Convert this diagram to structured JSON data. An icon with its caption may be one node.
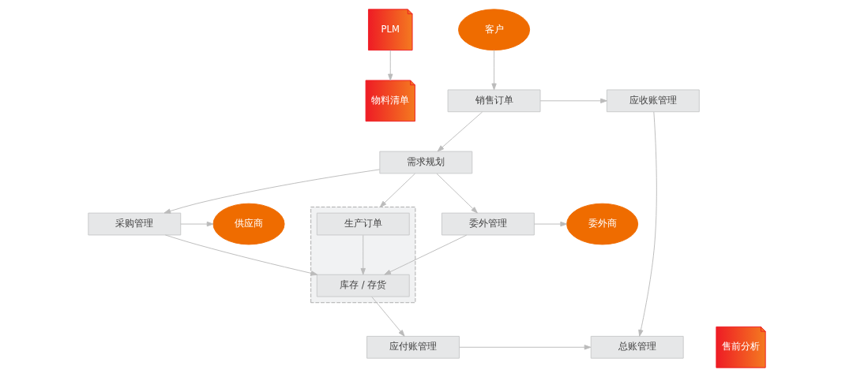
{
  "diagram": {
    "nodes": [
      {
        "text": [
          "PLM"
        ]
      },
      {
        "text": [
          "物料清单"
        ]
      },
      {
        "text": [
          "客户"
        ]
      },
      {
        "text": [
          "销售订单"
        ]
      },
      {
        "text": [
          "应收账管理"
        ]
      },
      {
        "text": [
          "需求规划"
        ]
      },
      {
        "text": [
          "供应商"
        ]
      },
      {
        "text": [
          "采购管理"
        ]
      },
      {
        "text": [],
        "shape": "box"
      },
      {
        "text": [
          "生产订单"
        ],
        "in": 8
      },
      {
        "text": [
          "库存 / 存货"
        ],
        "in": 8
      },
      {
        "text": [
          "委外管理"
        ]
      },
      {
        "text": [
          "委外商"
        ]
      },
      {
        "text": [
          "售前分析"
        ]
      },
      {
        "text": [
          "应付账管理"
        ]
      },
      {
        "text": [
          "总账管理"
        ]
      }
    ],
    "edges": [
      {
        "from": 0,
        "to": 1,
        "arrow": "to"
      },
      {
        "from": 2,
        "to": 3,
        "arrow": "to"
      },
      {
        "from": 3,
        "to": 4,
        "arrow": "to"
      },
      {
        "from": 3,
        "to": 5,
        "arrow": "to"
      },
      {
        "from": 5,
        "to": 7,
        "arrow": "to"
      },
      {
        "from": 5,
        "to": 11,
        "arrow": "to"
      },
      {
        "from": 5,
        "to": 8,
        "arrow": "to"
      },
      {
        "from": 7,
        "to": 6,
        "arrow": "to"
      },
      {
        "from": 11,
        "to": 12,
        "arrow": "to"
      },
      {
        "from": 9,
        "to": 10,
        "arrow": "to"
      },
      {
        "from": 7,
        "to": 10,
        "arrow": "to"
      },
      {
        "from": 11,
        "to": 10,
        "arrow": "to"
      },
      {
        "from": 10,
        "to": 14,
        "arrow": "to"
      },
      {
        "from": 4,
        "to": 15,
        "arrow": "to"
      },
      {
        "from": 14,
        "to": 15,
        "arrow": "to"
      }
    ]
  }
}
